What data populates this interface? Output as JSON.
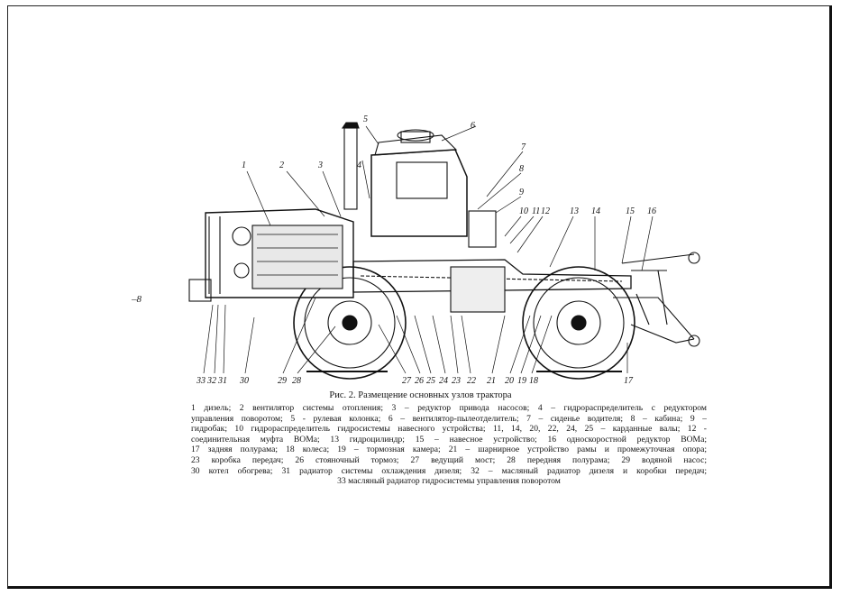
{
  "page": {
    "page_number": "–8"
  },
  "figure": {
    "title": "Рис. 2. Размещение основных узлов трактора",
    "callouts_top": [
      "1",
      "2",
      "3",
      "4",
      "5",
      "6",
      "7",
      "8",
      "9",
      "10",
      "11",
      "12",
      "13",
      "14",
      "15",
      "16"
    ],
    "callouts_bottom": [
      "33",
      "32",
      "31",
      "30",
      "29",
      "28",
      "27",
      "26",
      "25",
      "24",
      "23",
      "22",
      "21",
      "20",
      "19",
      "18",
      "17"
    ]
  },
  "legend": {
    "lines": [
      "1 дизель; 2 вентилятор системы отопления; 3 – редуктор привода насосов; 4 – гидрораспределитель с редуктором",
      "управления поворотом; 5 - рулевая колонка; 6 – вентилятор-пылеотделитель; 7 – сиденье водителя; 8 – кабина; 9 –",
      "гидробак; 10 гидрораспределитель гидросистемы навесного устройства; 11, 14, 20, 22, 24, 25 – карданные валы; 12 -",
      "соединительная муфта ВОМа; 13 гидроцилиндр; 15 – навесное устройство; 16 односкоростной редуктор ВОМа;",
      "17 задняя полурама; 18 колеса; 19 – тормозная камера; 21 – шарнирное устройство рамы и промежуточная опора;",
      "23 коробка передач; 26 стояночный тормоз; 27 ведущий мост; 28 передняя полурама; 29 водяной насос;",
      "30 котел обогрева; 31 радиатор системы охлаждения дизеля; 32 – масляный радиатор дизеля и коробки передач;",
      "33 масляный радиатор гидросистемы управления поворотом"
    ]
  }
}
